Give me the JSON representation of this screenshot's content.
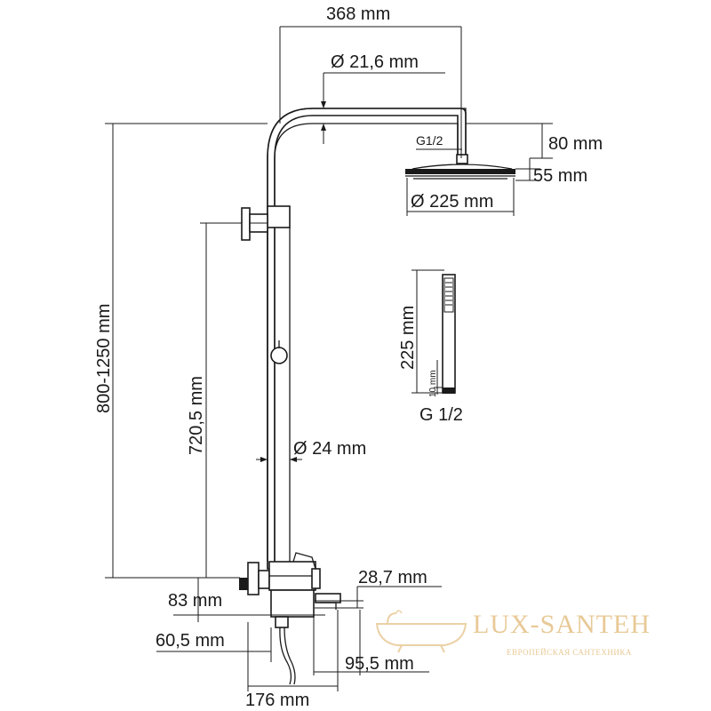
{
  "labels": {
    "top_width": "368 mm",
    "arm_diameter": "Ø 21,6 mm",
    "head_thread": "G1/2",
    "head_drop": "80 mm",
    "head_thickness": "55 mm",
    "head_diameter": "Ø 225 mm",
    "total_height": "800-1250 mm",
    "bar_height": "720,5 mm",
    "bar_diameter": "Ø 24 mm",
    "handshower_length": "225 mm",
    "handshower_tail": "10 mm",
    "handshower_thread": "G 1/2",
    "mixer_offset": "28,7 mm",
    "mixer_height": "83 mm",
    "mixer_depth": "60,5 mm",
    "spout_length": "95,5 mm",
    "mixer_width": "176 mm"
  },
  "brand": {
    "name": "LUX-SANTEH",
    "tagline": "ЕВРОПЕЙСКАЯ САНТЕХНИКА"
  },
  "colors": {
    "line": "#1a1a1a",
    "brand": "#e8c996"
  }
}
